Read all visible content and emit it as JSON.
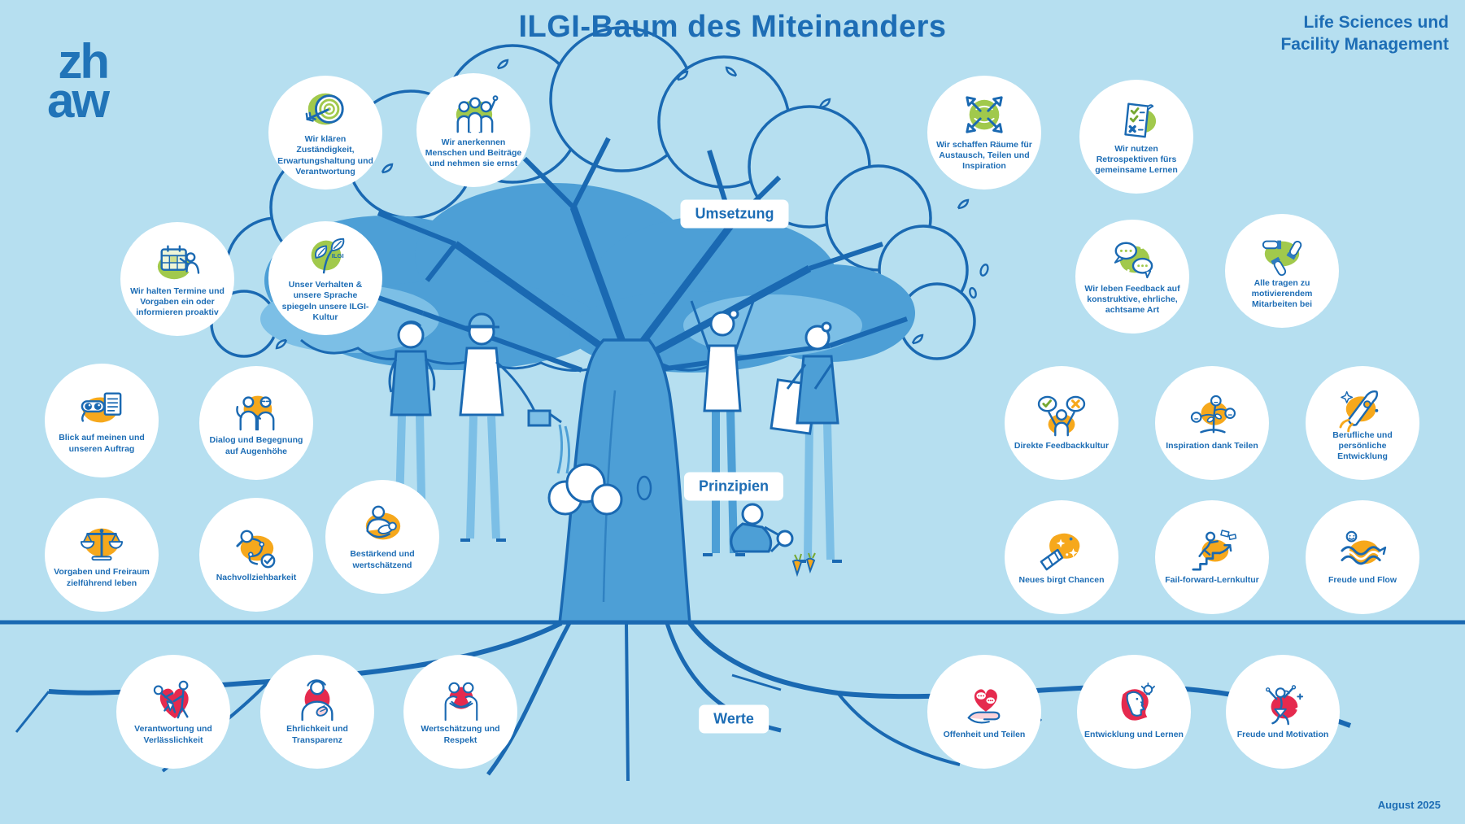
{
  "page": {
    "title": "ILGI-Baum des Miteinanders",
    "date": "August 2025"
  },
  "brand": {
    "logo_line1": "zh",
    "logo_line2": "aw",
    "org_line1": "Life Sciences und",
    "org_line2": "Facility Management"
  },
  "sections": {
    "top": "Umsetzung",
    "middle": "Prinzipien",
    "bottom": "Werte"
  },
  "icon_texts": {
    "ilgi": "ILGI"
  },
  "colors": {
    "background": "#b6dff0",
    "ink_blue": "#1a69b2",
    "text_blue": "#1d6db5",
    "canopy_blue": "#4d9fd6",
    "light_blue": "#7cbfe6",
    "green": "#a1c94c",
    "orange": "#f6a81c",
    "red": "#e52a4e",
    "white": "#ffffff"
  },
  "badges": [
    {
      "group": "umsetzung",
      "icon": "target-icon",
      "label": "Wir klären Zuständigkeit, Erwartungshaltung und Verantwortung"
    },
    {
      "group": "umsetzung",
      "icon": "team-icon",
      "label": "Wir anerkennen Menschen und Beiträge und nehmen sie ernst"
    },
    {
      "group": "umsetzung",
      "icon": "arrows-out-icon",
      "label": "Wir schaffen Räume für Austausch, Teilen und Inspiration"
    },
    {
      "group": "umsetzung",
      "icon": "retro-checklist-icon",
      "label": "Wir nutzen Retrospektiven fürs gemeinsame Lernen"
    },
    {
      "group": "umsetzung",
      "icon": "calendar-icon",
      "label": "Wir halten Termine und Vorgaben ein oder informieren proaktiv"
    },
    {
      "group": "umsetzung",
      "icon": "ilgi-leaf-icon",
      "label": "Unser Verhalten & unsere Sprache spiegeln unsere ILGI-Kultur"
    },
    {
      "group": "umsetzung",
      "icon": "speech-bubbles-icon",
      "label": "Wir leben Feedback auf konstruktive, ehrliche, achtsame Art"
    },
    {
      "group": "umsetzung",
      "icon": "hands-together-icon",
      "label": "Alle tragen zu motivierendem Mitarbeiten bei"
    },
    {
      "group": "prinzipien",
      "icon": "binoculars-document-icon",
      "label": "Blick auf meinen und unseren Auftrag"
    },
    {
      "group": "prinzipien",
      "icon": "dialog-people-icon",
      "label": "Dialog und Begegnung auf Augenhöhe"
    },
    {
      "group": "prinzipien",
      "icon": "balance-scale-icon",
      "label": "Vorgaben und Freiraum zielführend leben"
    },
    {
      "group": "prinzipien",
      "icon": "path-check-icon",
      "label": "Nachvollziehbarkeit"
    },
    {
      "group": "prinzipien",
      "icon": "nurture-icon",
      "label": "Bestärkend und wertschätzend"
    },
    {
      "group": "prinzipien",
      "icon": "feedback-check-x-icon",
      "label": "Direkte Feedbackkultur"
    },
    {
      "group": "prinzipien",
      "icon": "idea-plant-icon",
      "label": "Inspiration dank Teilen"
    },
    {
      "group": "prinzipien",
      "icon": "rocket-icon",
      "label": "Berufliche und persönliche Entwicklung"
    },
    {
      "group": "prinzipien",
      "icon": "telescope-stars-icon",
      "label": "Neues birgt Chancen"
    },
    {
      "group": "prinzipien",
      "icon": "stairs-arrow-icon",
      "label": "Fail-forward-Lernkultur"
    },
    {
      "group": "prinzipien",
      "icon": "flow-waves-icon",
      "label": "Freude und Flow"
    },
    {
      "group": "werte",
      "icon": "stretch-pair-icon",
      "label": "Verantwortung und Verlässlichkeit"
    },
    {
      "group": "werte",
      "icon": "hand-on-heart-icon",
      "label": "Ehrlichkeit und Transparenz"
    },
    {
      "group": "werte",
      "icon": "hug-icon",
      "label": "Wertschätzung und Respekt"
    },
    {
      "group": "werte",
      "icon": "heart-in-hand-icon",
      "label": "Offenheit und Teilen"
    },
    {
      "group": "werte",
      "icon": "head-ideas-icon",
      "label": "Entwicklung und Lernen"
    },
    {
      "group": "werte",
      "icon": "joyful-jump-icon",
      "label": "Freude und Motivation"
    }
  ]
}
